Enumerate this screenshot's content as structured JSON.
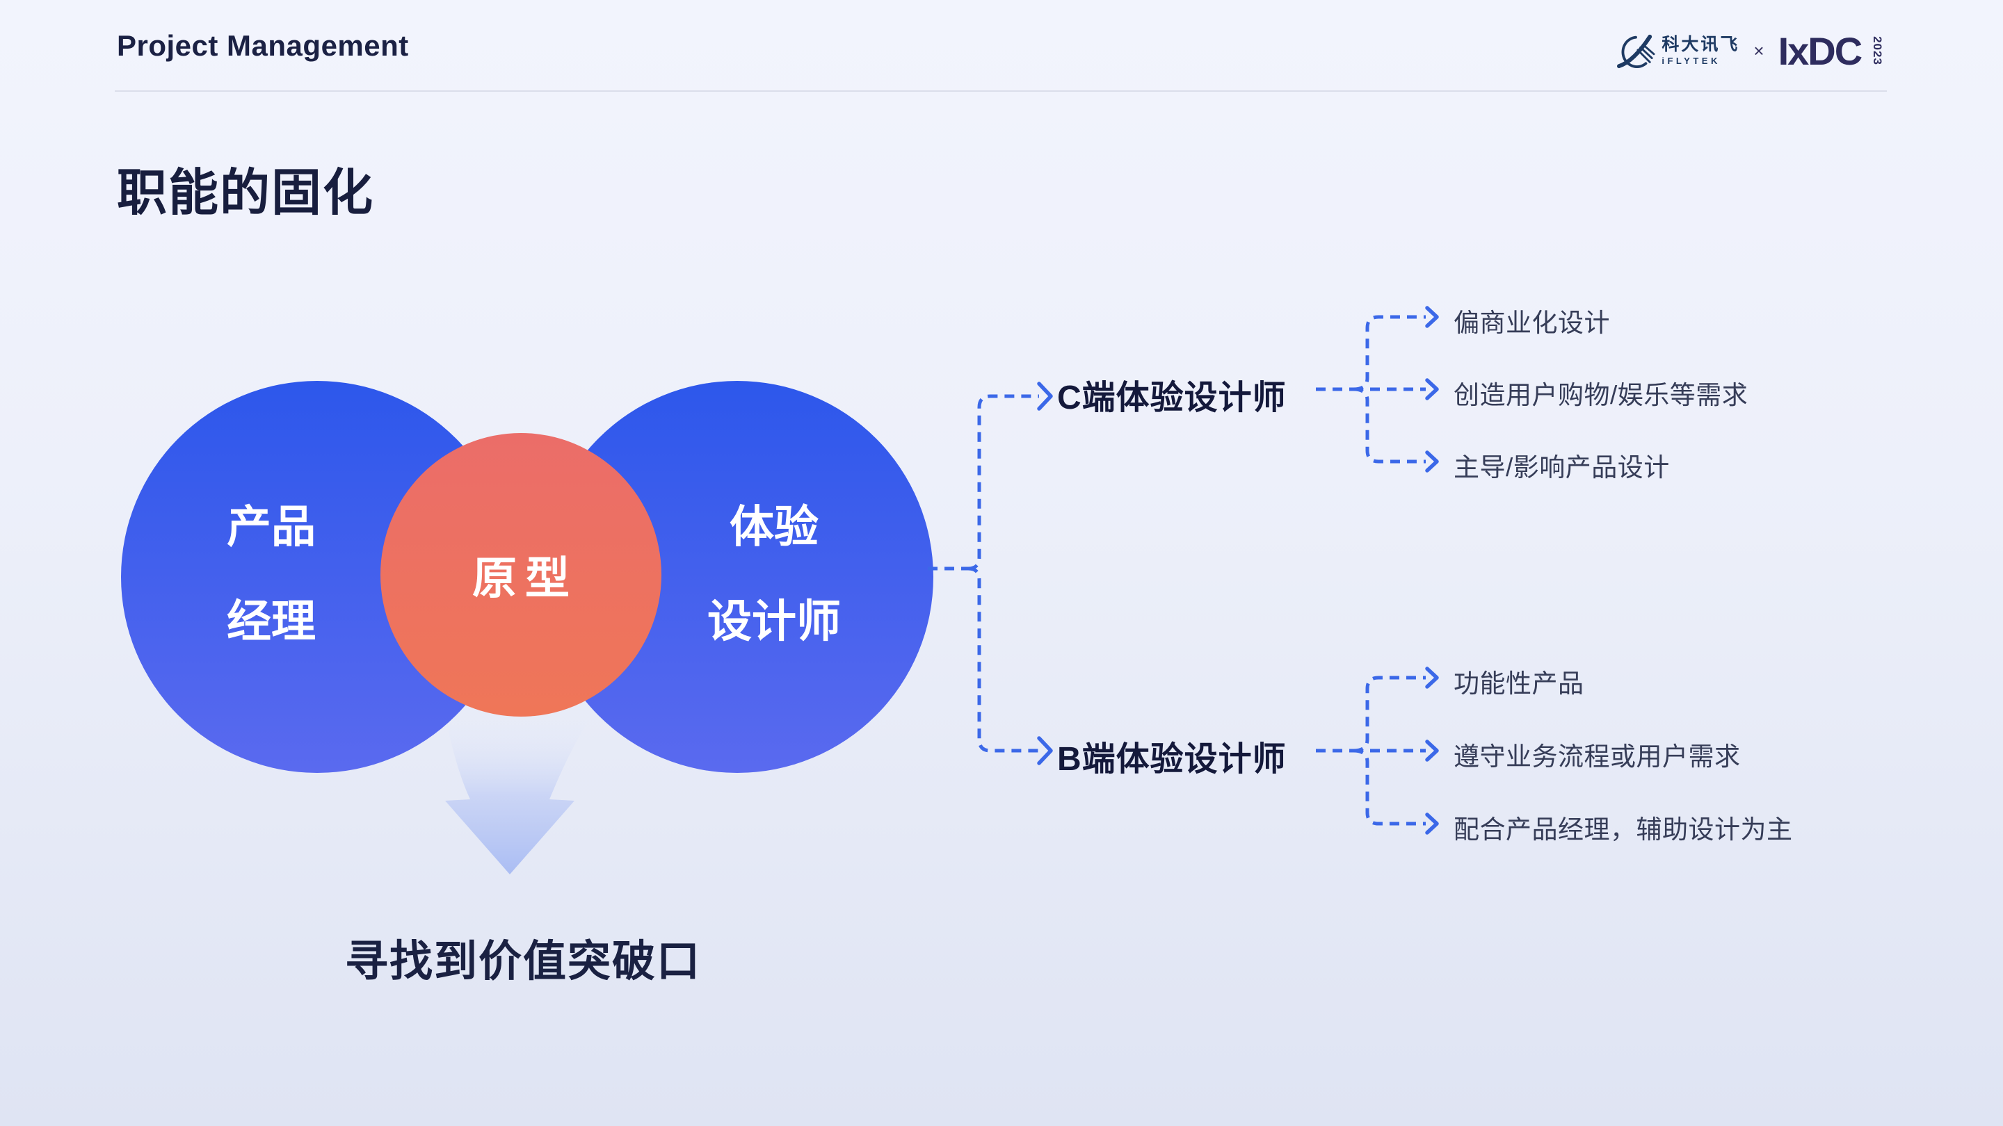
{
  "header": {
    "title": "Project Management",
    "logos": {
      "iflytek_cn": "科大讯飞",
      "iflytek_en": "iFLYTEK",
      "separator": "×",
      "ixdc_text": "IxDC",
      "ixdc_year": "2023"
    }
  },
  "slide": {
    "title": "职能的固化"
  },
  "venn": {
    "left_circle": {
      "line1": "产品",
      "line2": "经理"
    },
    "center_circle": {
      "label": "原型"
    },
    "right_circle": {
      "line1": "体验",
      "line2": "设计师"
    }
  },
  "arrow_caption": "寻找到价值突破口",
  "tree": {
    "c_branch": {
      "label": "C端体验设计师",
      "items": [
        "偏商业化设计",
        "创造用户购物/娱乐等需求",
        "主导/影响产品设计"
      ]
    },
    "b_branch": {
      "label": "B端体验设计师",
      "items": [
        "功能性产品",
        "遵守业务流程或用户需求",
        "配合产品经理，辅助设计为主"
      ]
    }
  },
  "colors": {
    "background_top": "#F2F4FD",
    "background_bottom": "#DFE4F3",
    "circle_blue_top": "#2D57EB",
    "circle_blue_bottom": "#5A6AEF",
    "circle_red_top": "#EB6D69",
    "circle_red_bottom": "#EF7658",
    "connector_blue": "#3B68E8",
    "title_navy": "#181E3E",
    "item_text": "#363D58",
    "soft_arrow": "#A9BCF3"
  }
}
